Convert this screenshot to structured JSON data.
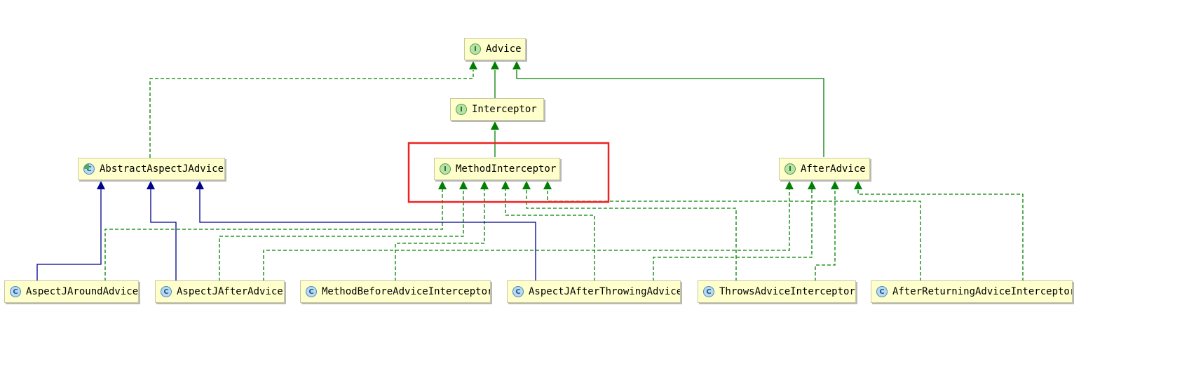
{
  "diagram": {
    "nodes": {
      "advice": {
        "label": "Advice",
        "kind": "interface",
        "badge": "I"
      },
      "interceptor": {
        "label": "Interceptor",
        "kind": "interface",
        "badge": "I"
      },
      "abstract_aspectj_advice": {
        "label": "AbstractAspectJAdvice",
        "kind": "abstract-class",
        "badge": "C"
      },
      "method_interceptor": {
        "label": "MethodInterceptor",
        "kind": "interface",
        "badge": "I"
      },
      "after_advice": {
        "label": "AfterAdvice",
        "kind": "interface",
        "badge": "I"
      },
      "aspectj_around_advice": {
        "label": "AspectJAroundAdvice",
        "kind": "class",
        "badge": "C"
      },
      "aspectj_after_advice": {
        "label": "AspectJAfterAdvice",
        "kind": "class",
        "badge": "C"
      },
      "method_before_advice_interceptor": {
        "label": "MethodBeforeAdviceInterceptor",
        "kind": "class",
        "badge": "C"
      },
      "aspectj_after_throwing_advice": {
        "label": "AspectJAfterThrowingAdvice",
        "kind": "class",
        "badge": "C"
      },
      "throws_advice_interceptor": {
        "label": "ThrowsAdviceInterceptor",
        "kind": "class",
        "badge": "C"
      },
      "after_returning_advice_interceptor": {
        "label": "AfterReturningAdviceInterceptor",
        "kind": "class",
        "badge": "C"
      }
    },
    "edges": [
      {
        "from": "interceptor",
        "to": "advice",
        "type": "extends-interface"
      },
      {
        "from": "method_interceptor",
        "to": "interceptor",
        "type": "extends-interface"
      },
      {
        "from": "after_advice",
        "to": "advice",
        "type": "extends-interface"
      },
      {
        "from": "abstract_aspectj_advice",
        "to": "advice",
        "type": "implements"
      },
      {
        "from": "aspectj_around_advice",
        "to": "abstract_aspectj_advice",
        "type": "extends-class"
      },
      {
        "from": "aspectj_after_advice",
        "to": "abstract_aspectj_advice",
        "type": "extends-class"
      },
      {
        "from": "aspectj_after_throwing_advice",
        "to": "abstract_aspectj_advice",
        "type": "extends-class"
      },
      {
        "from": "aspectj_around_advice",
        "to": "method_interceptor",
        "type": "implements"
      },
      {
        "from": "aspectj_after_advice",
        "to": "method_interceptor",
        "type": "implements"
      },
      {
        "from": "method_before_advice_interceptor",
        "to": "method_interceptor",
        "type": "implements"
      },
      {
        "from": "aspectj_after_throwing_advice",
        "to": "method_interceptor",
        "type": "implements"
      },
      {
        "from": "throws_advice_interceptor",
        "to": "method_interceptor",
        "type": "implements"
      },
      {
        "from": "after_returning_advice_interceptor",
        "to": "method_interceptor",
        "type": "implements"
      },
      {
        "from": "aspectj_after_advice",
        "to": "after_advice",
        "type": "implements"
      },
      {
        "from": "aspectj_after_throwing_advice",
        "to": "after_advice",
        "type": "implements"
      },
      {
        "from": "throws_advice_interceptor",
        "to": "after_advice",
        "type": "implements"
      },
      {
        "from": "after_returning_advice_interceptor",
        "to": "after_advice",
        "type": "implements"
      }
    ],
    "highlighted_node": "method_interceptor"
  },
  "colors": {
    "node_fill": "#ffffcc",
    "interface_edge": "#008000",
    "class_edge": "#00008b",
    "highlight_box": "#ee2222"
  }
}
